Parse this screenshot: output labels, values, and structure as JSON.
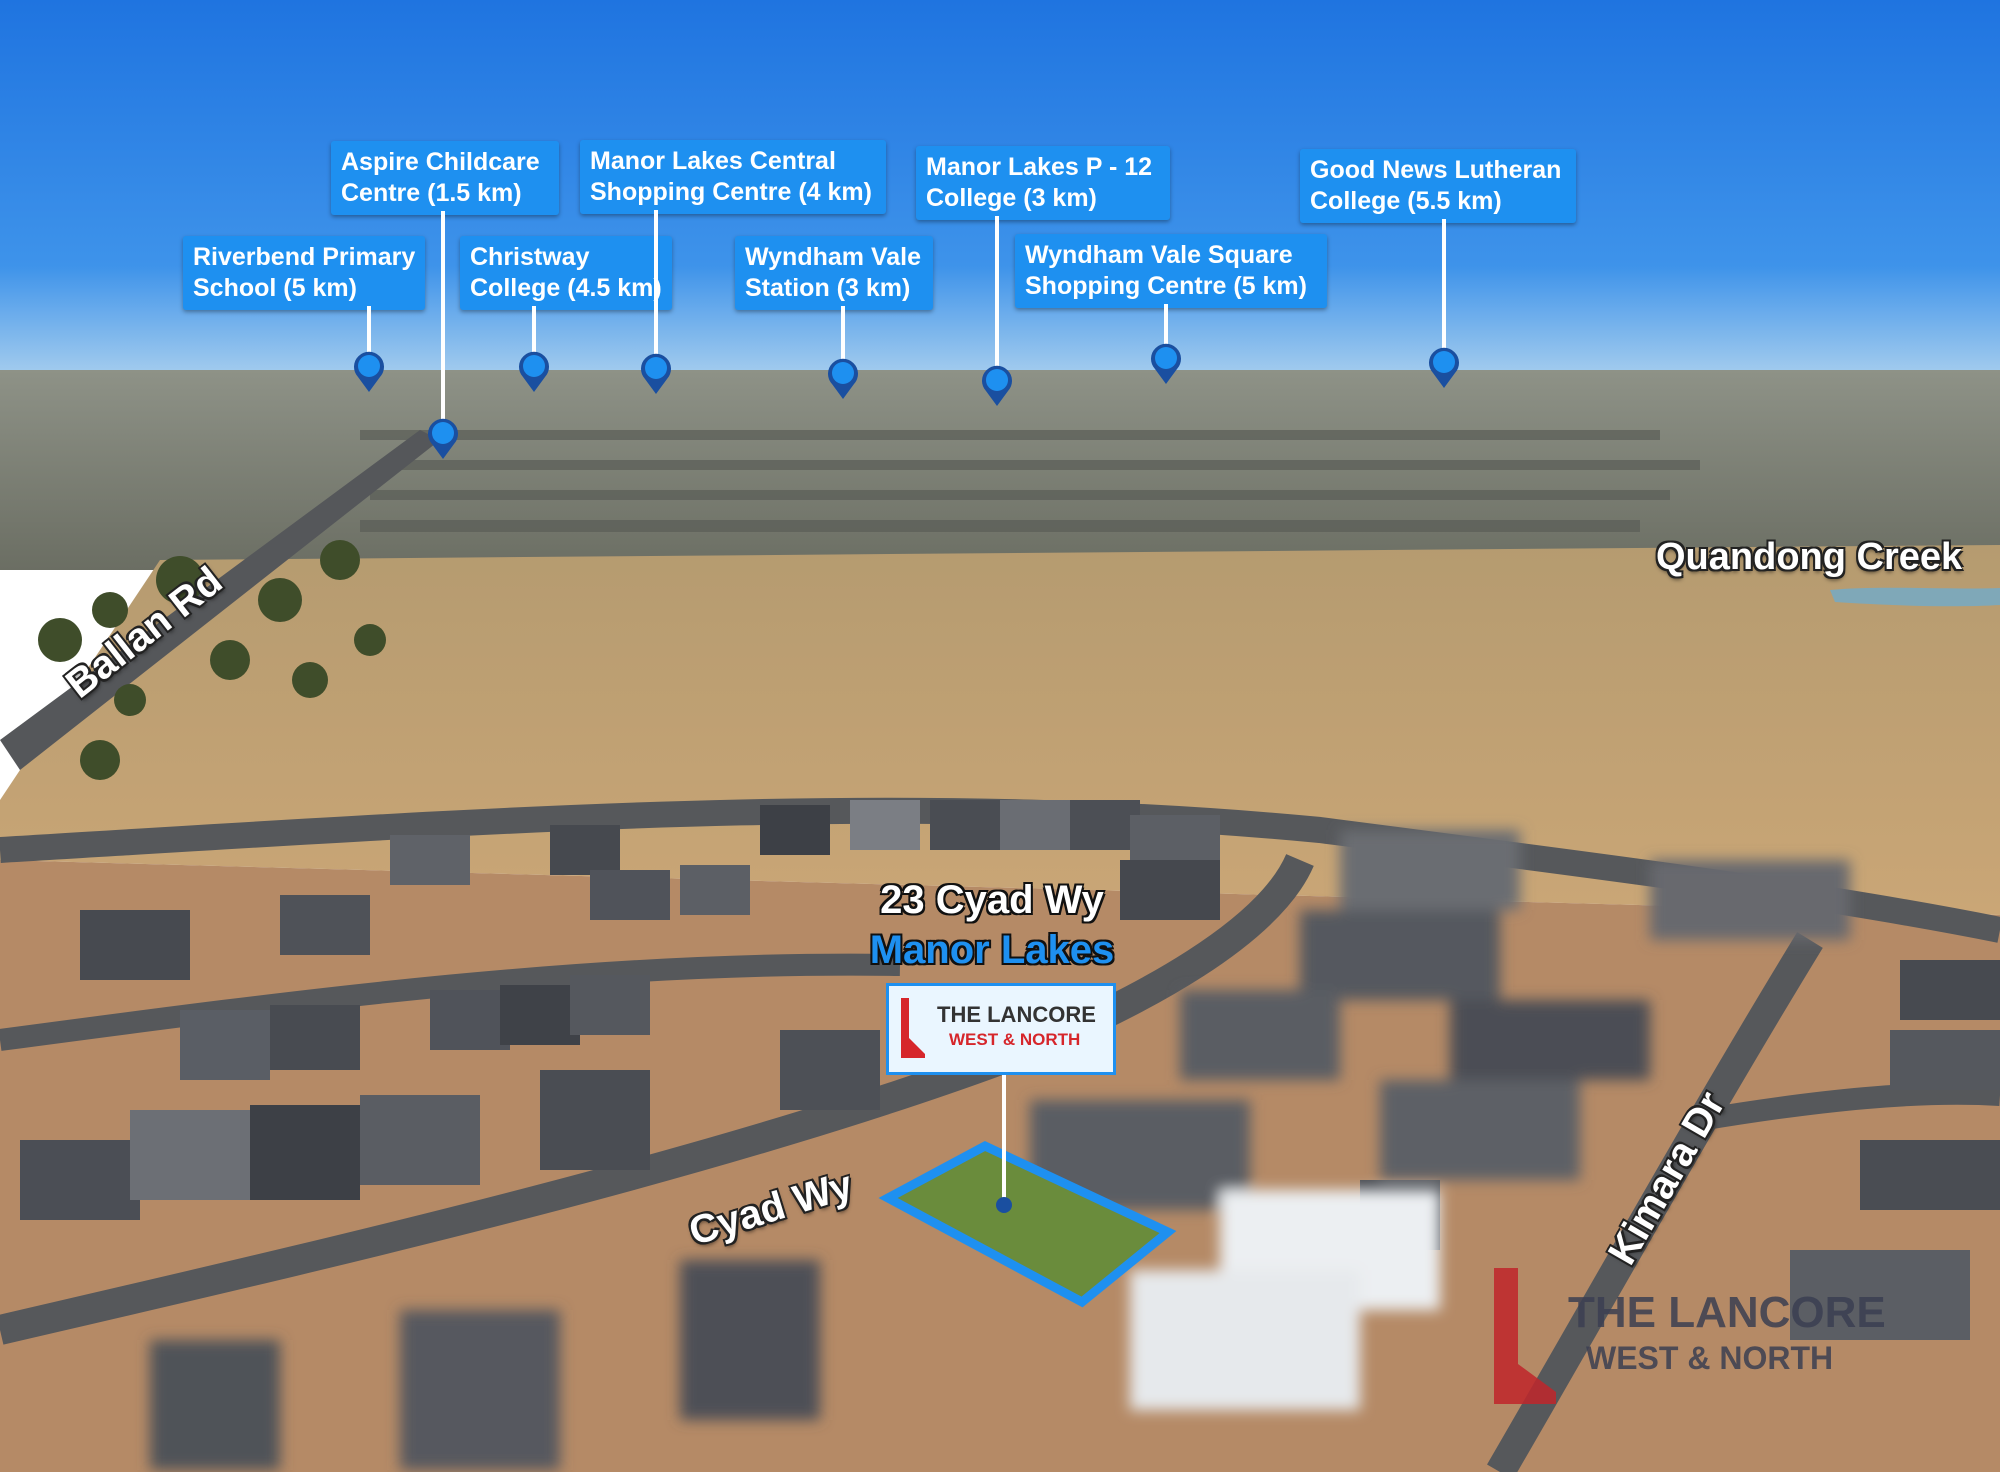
{
  "points_of_interest": [
    {
      "label": "Riverbend Primary\nSchool (5 km)",
      "icon": "location-pin-icon"
    },
    {
      "label": "Aspire Childcare\nCentre (1.5 km)",
      "icon": "location-pin-icon"
    },
    {
      "label": "Christway\nCollege (4.5 km)",
      "icon": "location-pin-icon"
    },
    {
      "label": "Manor Lakes Central\nShopping Centre (4 km)",
      "icon": "location-pin-icon"
    },
    {
      "label": "Wyndham Vale\nStation (3 km)",
      "icon": "location-pin-icon"
    },
    {
      "label": "Manor Lakes P - 12\nCollege (3 km)",
      "icon": "location-pin-icon"
    },
    {
      "label": "Wyndham Vale Square\nShopping Centre (5 km)",
      "icon": "location-pin-icon"
    },
    {
      "label": "Good News Lutheran\nCollege (5.5 km)",
      "icon": "location-pin-icon"
    }
  ],
  "road_labels": {
    "ballan": "Ballan Rd",
    "quandong": "Quandong Creek",
    "cyad": "Cyad Wy",
    "kimara": "Kimara Dr"
  },
  "property": {
    "address_line1": "23 Cyad Wy",
    "address_line2": "Manor Lakes"
  },
  "logo": {
    "name": "THE LANCORE",
    "sub": "WEST & NORTH"
  },
  "colors": {
    "accent": "#1e90f0",
    "brand_red": "#d6262b",
    "sky": "#2f82e6",
    "grass": "#c2a26e"
  }
}
